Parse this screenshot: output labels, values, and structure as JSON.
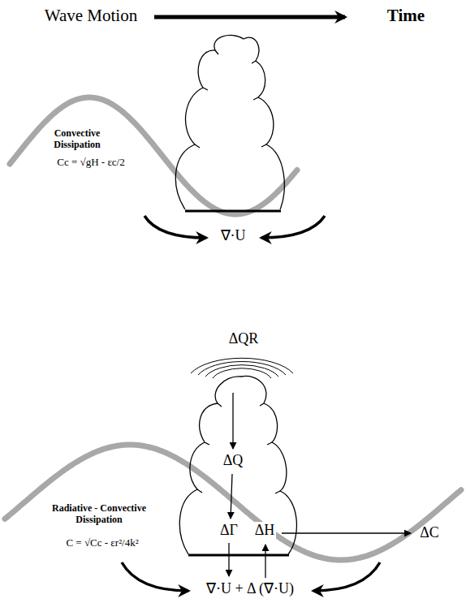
{
  "diagram": {
    "labels": [
      "Wave Motion",
      "Time",
      "Convective Dissipation",
      "Cc = √gH - εc/2",
      "∇·U",
      "ΔQR",
      "ΔQ",
      "ΔΓ",
      "ΔH",
      "ΔC",
      "Radiative - Convective Dissipation",
      "C = √Cc - εr²/4k²",
      "∇·U + Δ (∇·U)"
    ]
  }
}
